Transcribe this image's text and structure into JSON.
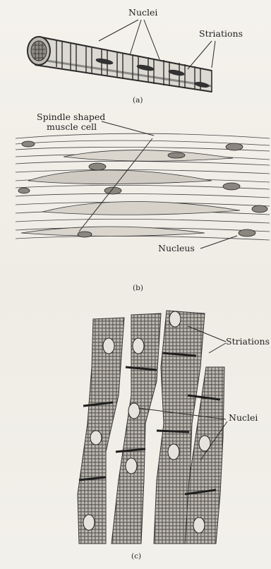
{
  "figure_a": {
    "caption": "(a)",
    "labels": {
      "nuclei": "Nuclei",
      "striations": "Striations"
    }
  },
  "figure_b": {
    "caption": "(b)",
    "labels": {
      "spindle_line1": "Spindle shaped",
      "spindle_line2": "muscle cell",
      "nucleus": "Nucleus"
    }
  },
  "figure_c": {
    "caption": "(c)",
    "labels": {
      "striations": "Striations",
      "nuclei": "Nuclei"
    }
  },
  "colors": {
    "ink": "#2b2b2b",
    "paper": "#f1efe9",
    "shade": "#7a7a7a"
  }
}
